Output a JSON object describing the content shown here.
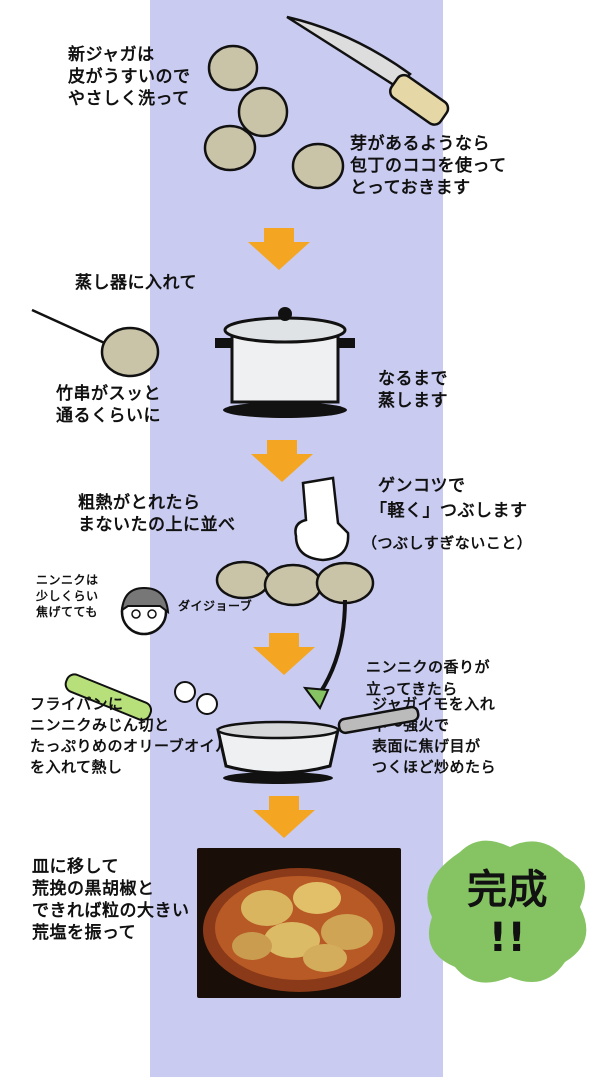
{
  "steps": {
    "wash": "新ジャガは\n皮がうすいので\nやさしく洗って",
    "sprout": "芽があるようなら\n包丁のココを使って\nとっておきます",
    "steamer": "蒸し器に入れて",
    "skewer": "竹串がスッと\n通るくらいに",
    "steam": "なるまで\n蒸します",
    "cool": "粗熱がとれたら\nまないたの上に並べ",
    "fist_title": "ゲンコツで",
    "fist_main": "「軽く」つぶします",
    "fist_note": "（つぶしすぎないこと）",
    "garlic_note": "ニンニクは\n少しくらい\n焦げてても",
    "diet": "ダイジョーブ",
    "fry_pan": "フライパンに\nニンニクみじん切と\nたっぷりめのオリーブオイル\nを入れて熱し",
    "aroma": "ニンニクの香りが\n立ってきたら",
    "potato_in": "ジャガイモを入れ\n中～強火で\n表面に焦げ目が\nつくほど炒めたら",
    "plate": "皿に移して\n荒挽の黒胡椒と\nできれば粒の大きい\n荒塩を振って",
    "done": "完成\n!!"
  },
  "colors": {
    "band": "#c9cbf0",
    "arrow": "#f4a623",
    "potato": "#c9c3a8",
    "blob": "#86c463"
  },
  "icons": [
    "knife-icon",
    "potato-icon",
    "pot-icon",
    "fist-icon",
    "person-icon",
    "pan-icon",
    "green-onion-icon",
    "arrow-down-icon",
    "done-blob-icon"
  ]
}
